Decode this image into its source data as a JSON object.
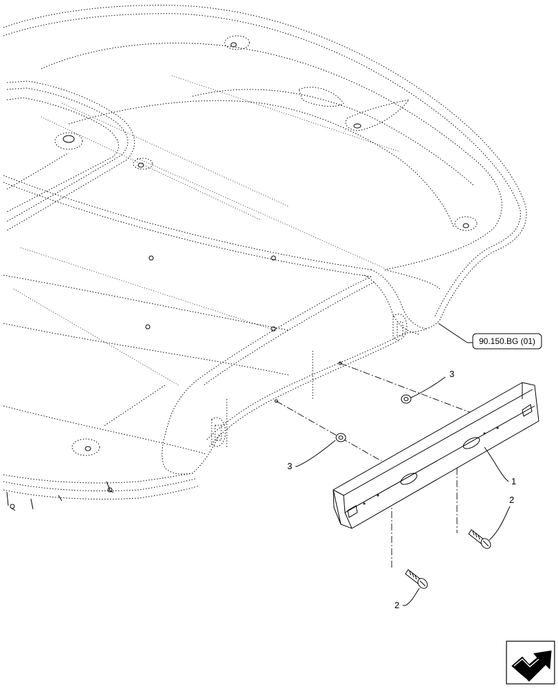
{
  "reference_box": {
    "label": "90.150.BG (01)"
  },
  "callouts": [
    {
      "id": "bracket",
      "number": "1"
    },
    {
      "id": "bolt-right",
      "number": "2"
    },
    {
      "id": "bolt-left",
      "number": "2"
    },
    {
      "id": "washer-right",
      "number": "3"
    },
    {
      "id": "washer-left",
      "number": "3"
    }
  ],
  "nav_icon": {
    "icon": "next-page-arrow-icon"
  },
  "colors": {
    "line": "#000000",
    "background": "#ffffff"
  }
}
